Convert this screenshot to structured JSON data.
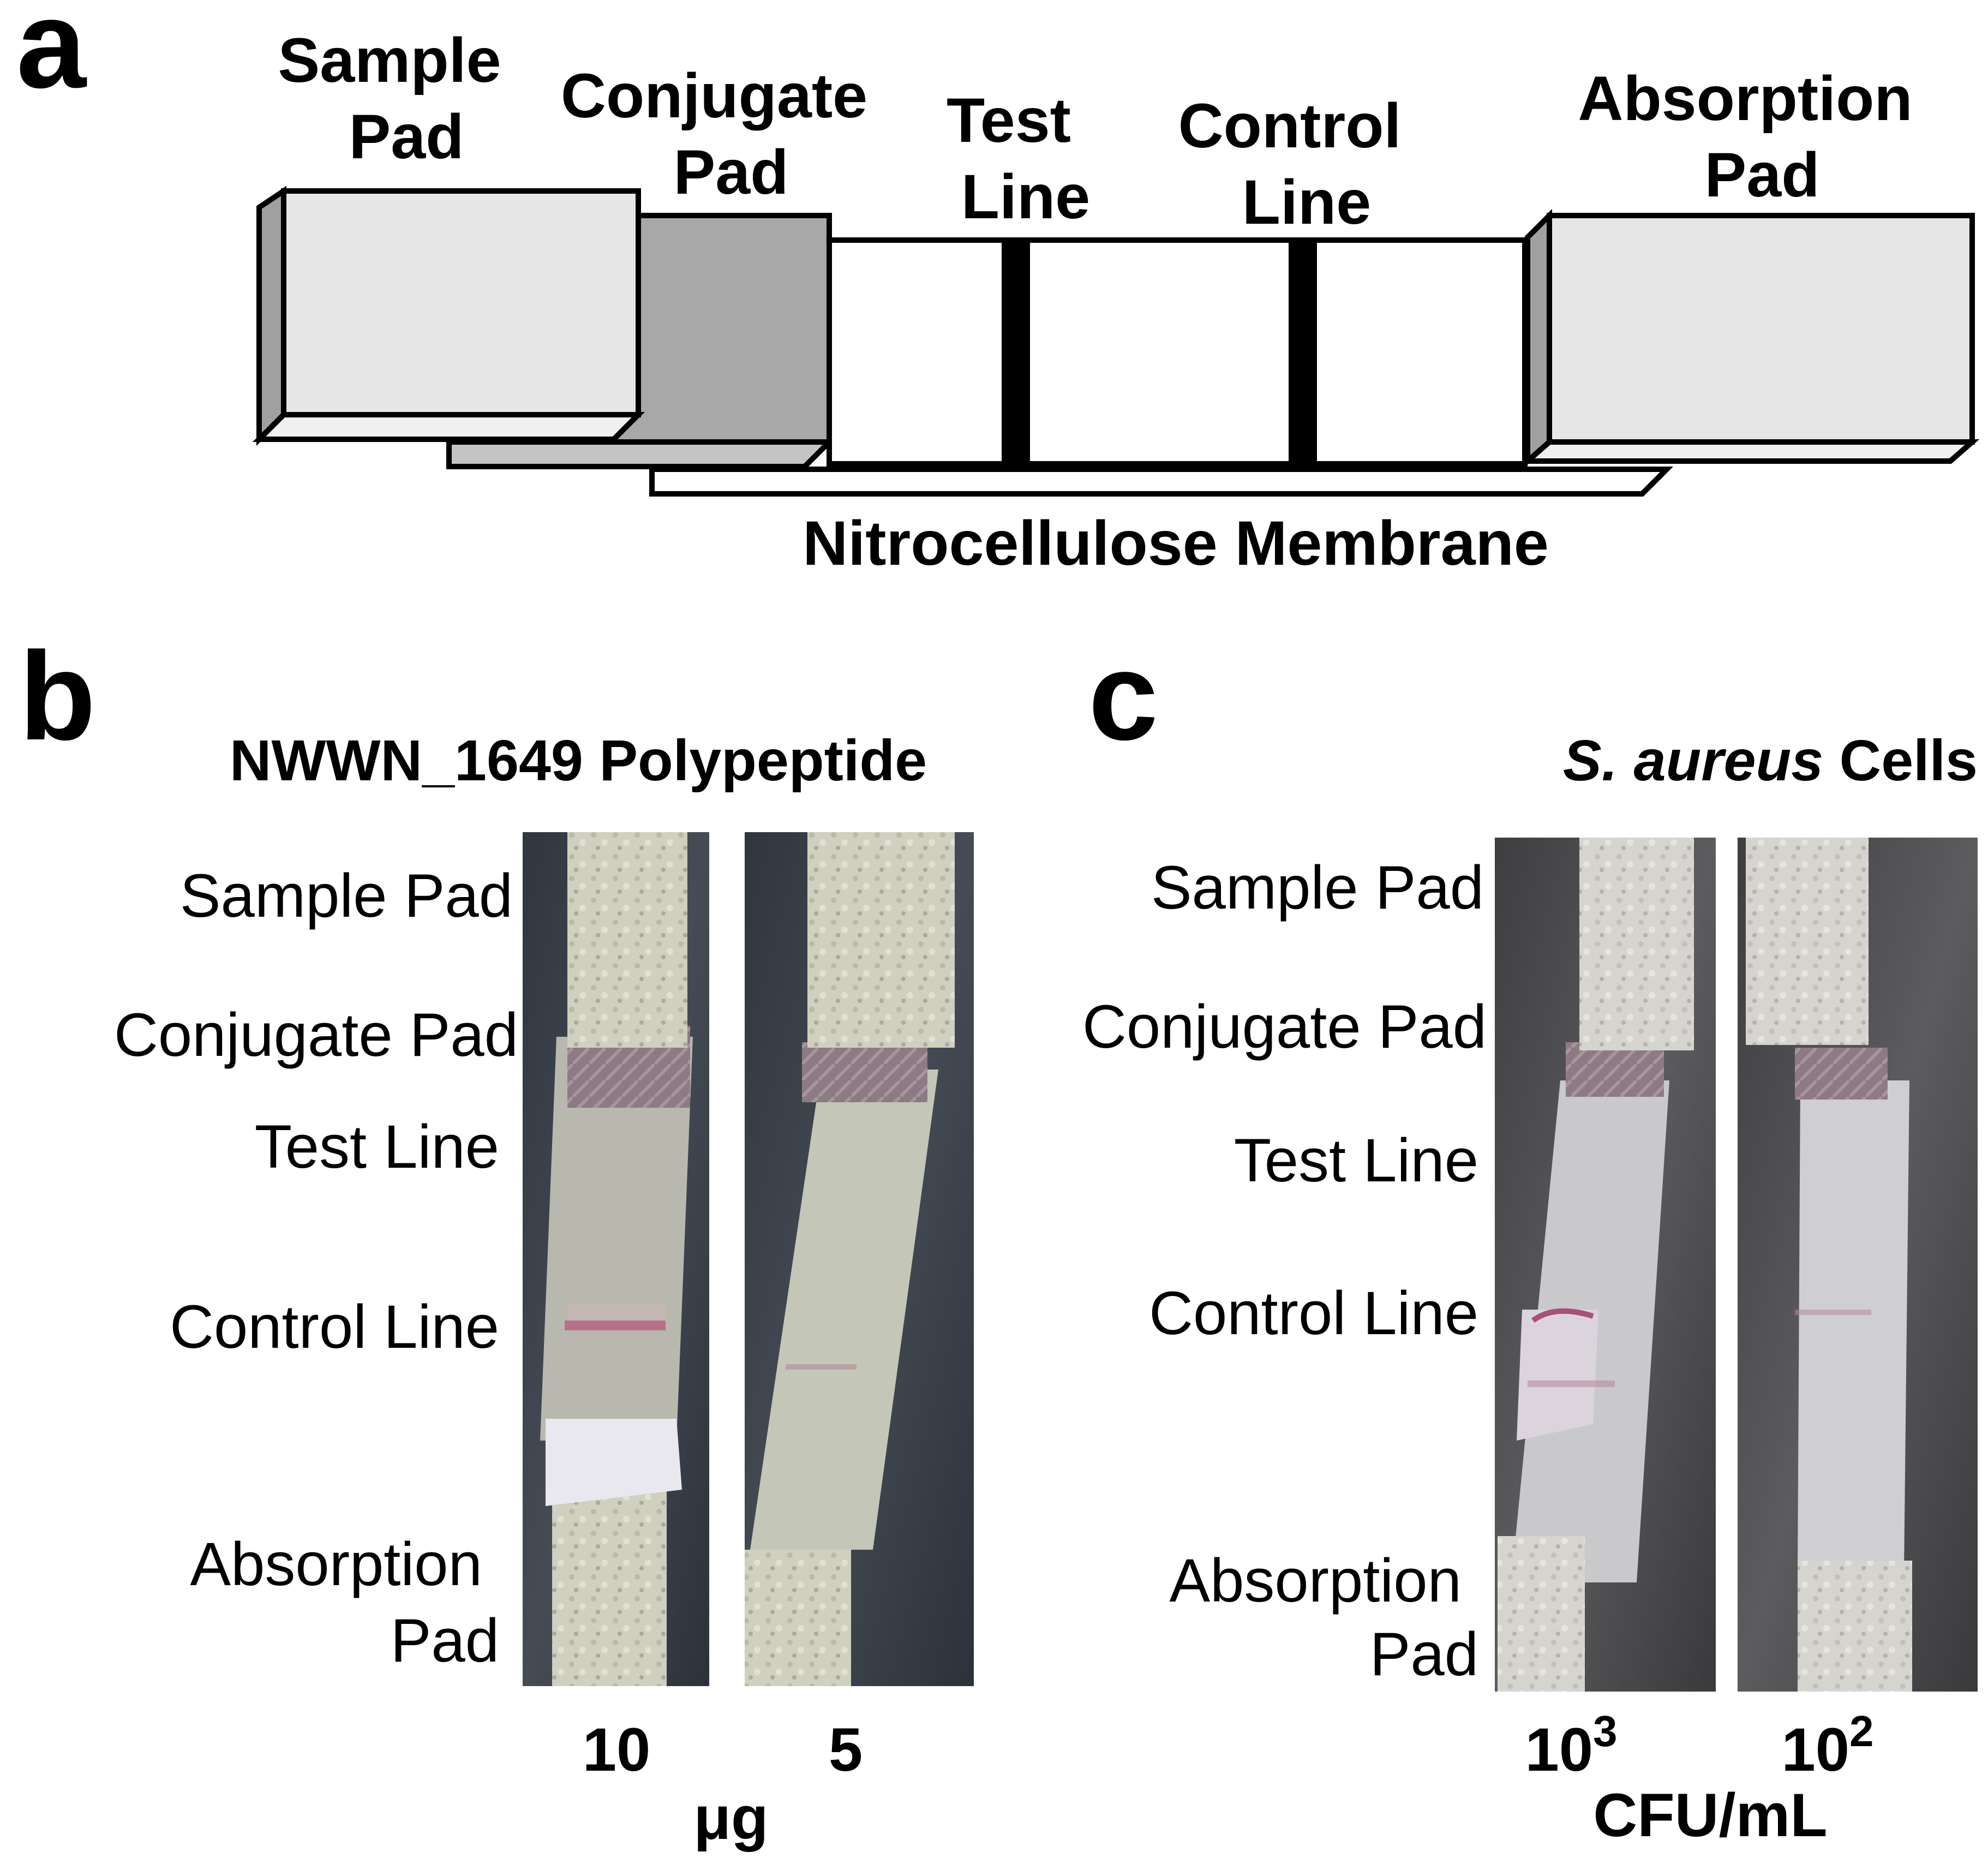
{
  "panels": {
    "a": {
      "letter": "a",
      "labels": {
        "sample_pad": [
          "Sample",
          "Pad"
        ],
        "conjugate_pad": [
          "Conjugate",
          "Pad"
        ],
        "test_line": [
          "Test",
          "Line"
        ],
        "control_line": [
          "Control",
          "Line"
        ],
        "absorption_pad": [
          "Absorption",
          "Pad"
        ],
        "membrane": "Nitrocellulose Membrane"
      }
    },
    "b": {
      "letter": "b",
      "title": "NWWN_1649 Polypeptide",
      "row_labels": {
        "sample_pad": "Sample Pad",
        "conjugate_pad": "Conjugate Pad",
        "test_line": "Test Line",
        "control_line": "Control Line",
        "absorption_pad": [
          "Absorption",
          "Pad"
        ]
      },
      "strips": [
        "10",
        "5"
      ],
      "unit": "μg"
    },
    "c": {
      "letter": "c",
      "title_italic": "S. aureus",
      "title_rest": " Cells",
      "row_labels": {
        "sample_pad": "Sample Pad",
        "conjugate_pad": "Conjugate Pad",
        "test_line": "Test Line",
        "control_line": "Control Line",
        "absorption_pad": [
          "Absorption",
          "Pad"
        ]
      },
      "strips": [
        {
          "base": "10",
          "exp": "3"
        },
        {
          "base": "10",
          "exp": "2"
        }
      ],
      "unit": "CFU/mL"
    }
  },
  "colors": {
    "sample_pad": "#e6e6e6",
    "conjugate_pad": "#a8a8a8",
    "line": "#000000",
    "photo_bg_b": "#3a4048",
    "photo_bg_c": "#4e4e50",
    "control_band": "#b45a7a"
  }
}
